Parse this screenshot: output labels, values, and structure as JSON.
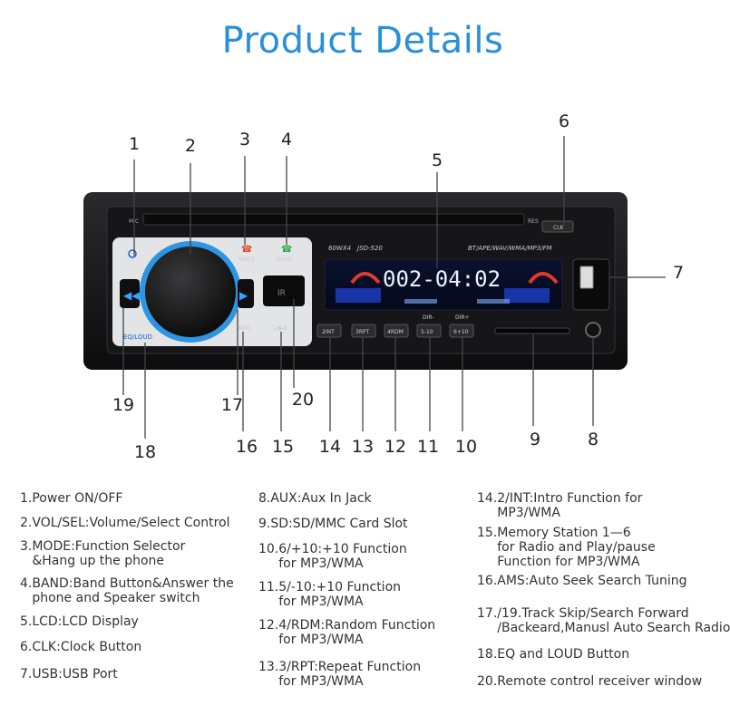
{
  "title": "Product Details",
  "device": {
    "mic_label": "MIC",
    "res_label": "RES",
    "clk_label": "CLK",
    "mode_label": "MODE",
    "band_label": "BAND",
    "power_label": "60WX4",
    "model_label": "JSD-520",
    "formats_label": "BT/APE/WAV/WMA/MP3/FM",
    "display_text": "002-04:02",
    "ams_label": "AMS",
    "play_label": "1/▶II",
    "ir_label": "IR",
    "eq_label": "EQ/LOUD",
    "btn_int": "2INT",
    "btn_rpt": "3RPT",
    "btn_rdm": "4RDM",
    "btn_5": "5-10",
    "btn_6": "6+10",
    "dir_minus": "DIR-",
    "dir_plus": "DIR+"
  },
  "callouts": [
    "1",
    "2",
    "3",
    "4",
    "5",
    "6",
    "7",
    "8",
    "9",
    "10",
    "11",
    "12",
    "13",
    "14",
    "15",
    "16",
    "17",
    "18",
    "19",
    "20"
  ],
  "legend": {
    "col1": [
      "1.Power ON/OFF",
      "2.VOL/SEL:Volume/Select Control",
      "3.MODE:Function Selector\n   &Hang up the phone",
      "4.BAND:Band Button&Answer the\n   phone and Speaker switch",
      "5.LCD:LCD Display",
      "6.CLK:Clock Button",
      "7.USB:USB Port"
    ],
    "col2": [
      "8.AUX:Aux In Jack",
      "9.SD:SD/MMC Card Slot",
      "10.6/+10:+10 Function\n     for MP3/WMA",
      "11.5/-10:+10 Function\n     for MP3/WMA",
      "12.4/RDM:Random Function\n     for MP3/WMA",
      "13.3/RPT:Repeat Function\n     for MP3/WMA"
    ],
    "col3": [
      "14.2/INT:Intro Function for\n     MP3/WMA",
      "15.Memory Station 1—6\n     for Radio and Play/pause\n     Function for MP3/WMA",
      "16.AMS:Auto Seek Search Tuning",
      "17./19.Track Skip/Search Forward\n     /Backeard,Manusl Auto Search Radio",
      "18.EQ and LOUD Button",
      "20.Remote control receiver window"
    ]
  }
}
